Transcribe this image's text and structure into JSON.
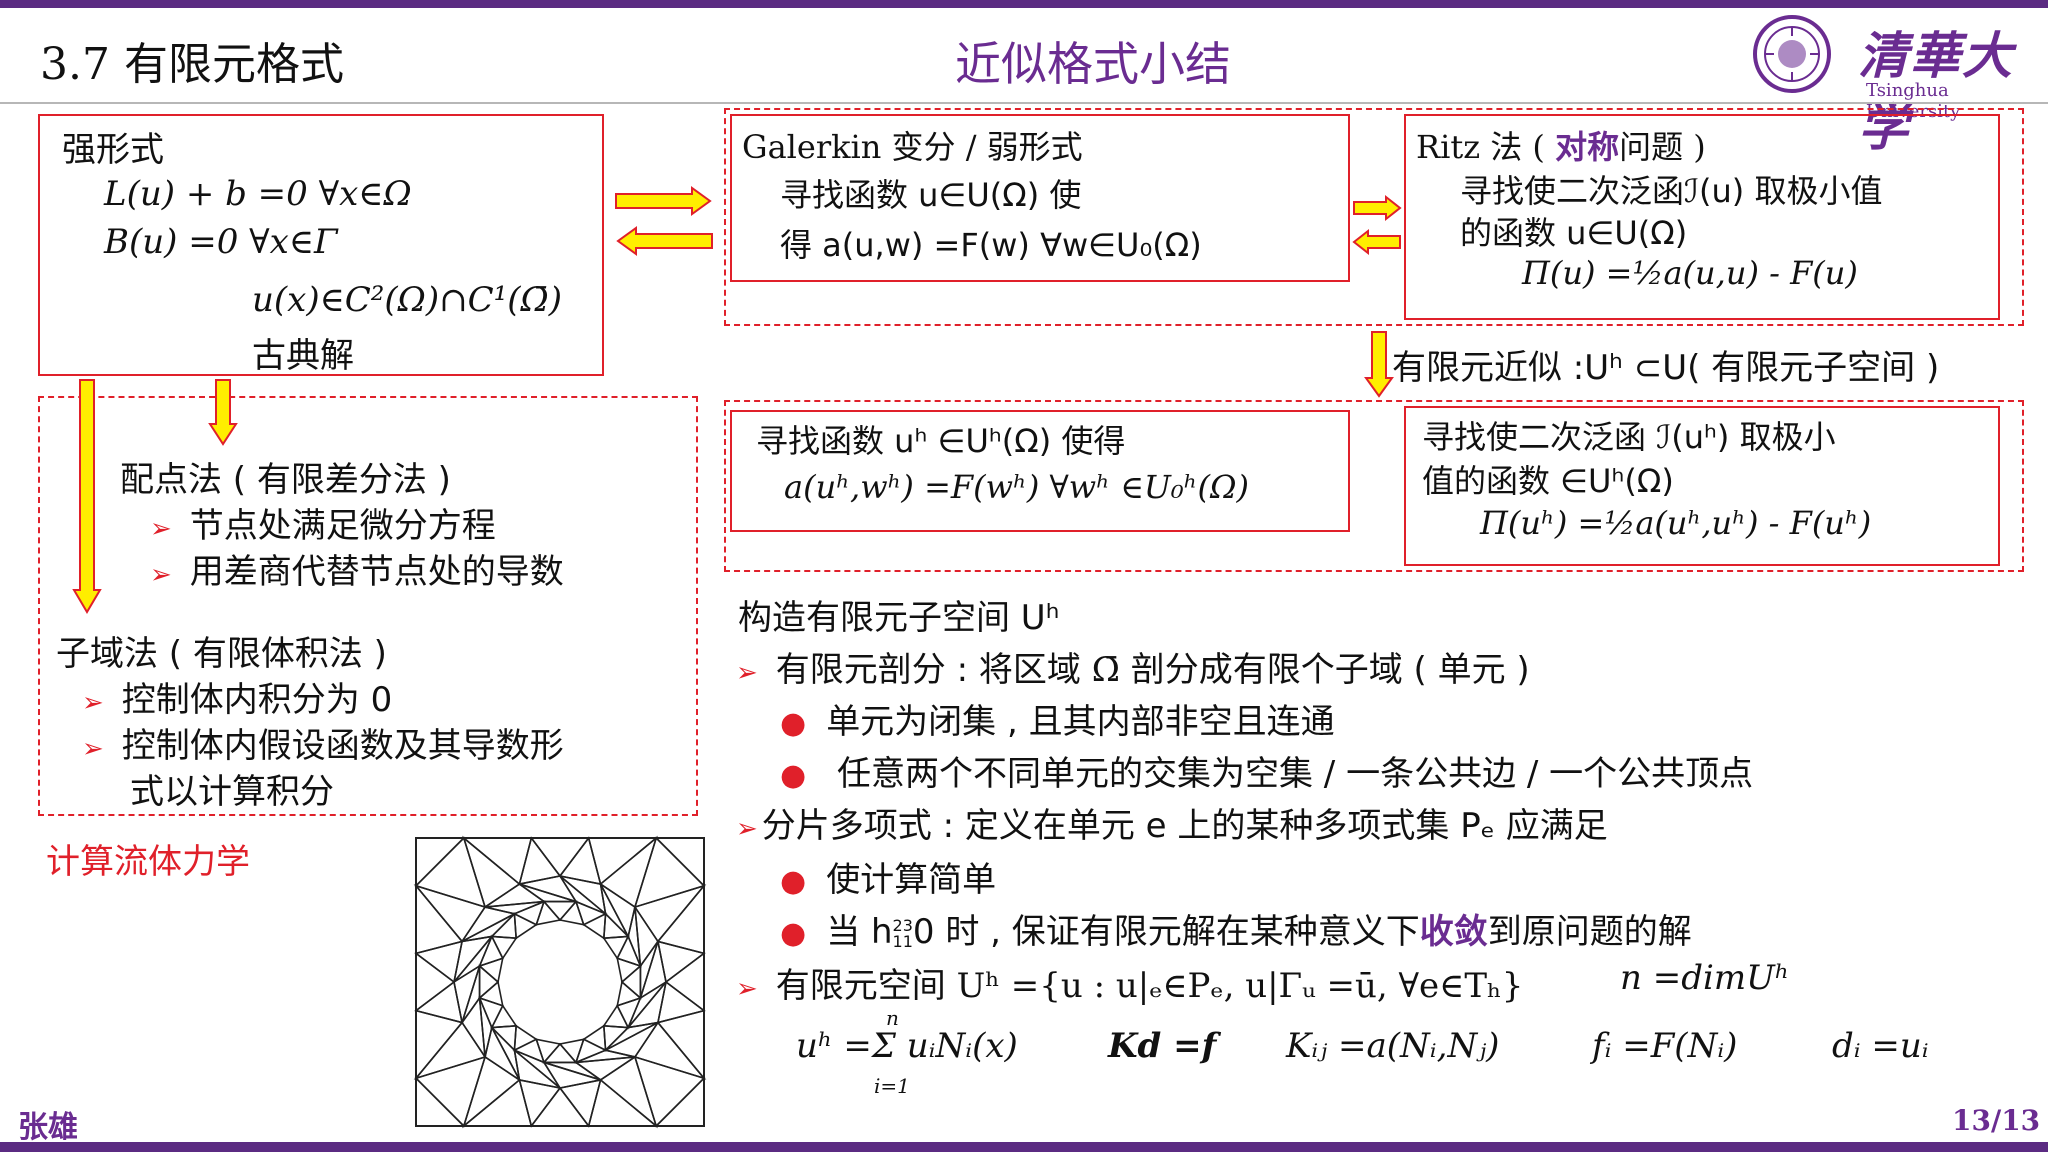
{
  "header": {
    "section": "3.7 有限元格式",
    "title": "近似格式小结",
    "logo_text": "清華大学",
    "logo_sub": "Tsinghua University"
  },
  "strong_form": {
    "title": "强形式",
    "eq1": "L(u) + b =0  ∀x∈Ω",
    "eq2": "B(u) =0  ∀x∈Γ",
    "eq3": "u(x)∈C²(Ω)∩C¹(Ω̄)",
    "classic": "古典解"
  },
  "galerkin": {
    "title": "Galerkin 变分 / 弱形式",
    "line1": "寻找函数 u∈U(Ω)   使",
    "line2": "得  a(u,w) =F(w)     ∀w∈U₀(Ω)"
  },
  "ritz": {
    "title_prefix": "Ritz  法  ( ",
    "title_emph": "对称",
    "title_suffix": "问题 )",
    "line1": "寻找使二次泛函ℐ(u) 取极小值",
    "line2": "的函数 u∈U(Ω)",
    "line3": "Π(u) =½a(u,u) - F(u)"
  },
  "fem_approx": "有限元近似 :Uʰ ⊂U( 有限元子空间 )",
  "galerkin_h": {
    "line1": "寻找函数 uʰ ∈Uʰ(Ω)   使得",
    "line2": "a(uʰ,wʰ) =F(wʰ)     ∀wʰ ∈U₀ʰ(Ω)"
  },
  "ritz_h": {
    "line1": "寻找使二次泛函 ℐ(uʰ)  取极小",
    "line2": "值的函数 ∈Uʰ(Ω)",
    "line3": "Π(uʰ) =½a(uʰ,uʰ) - F(uʰ)"
  },
  "methods": {
    "collocation": "配点法 ( 有限差分法 )",
    "colloc_items": [
      "节点处满足微分方程",
      "用差商代替节点处的导数"
    ],
    "subdomain": "子域法 ( 有限体积法 )",
    "subdomain_items": [
      "控制体内积分为 0",
      "控制体内假设函数及其导数形",
      "式以计算积分"
    ]
  },
  "cfd_label": "计算流体力学",
  "construct": {
    "title": "构造有限元子空间 Uʰ",
    "mesh_prefix": "有限元剖分 : 将区域 ",
    "mesh_omega": "Ω̄",
    "mesh_suffix": " 剖分成有限个子域 ( 单元 )",
    "mesh_items": [
      "单元为闭集 , 且其内部非空且连通",
      " 任意两个不同单元的交集为空集 / 一条公共边 / 一个公共顶点"
    ],
    "poly": "分片多项式 : 定义在单元 e 上的某种多项式集 Pₑ 应满足",
    "poly_items_1": "使计算简单",
    "poly_items_2_prefix": "当 h",
    "poly_items_2_glitch": "23\n11",
    "poly_items_2_mid": "0 时 , 保证有限元解在某种意义下",
    "poly_items_2_emph": "收敛",
    "poly_items_2_suffix": "到原问题的解",
    "space": "有限元空间 Uʰ ={u : u|ₑ∈Pₑ, u|Γᵤ =ū, ∀e∈Tₕ}",
    "dim": "n =dimUʰ",
    "expansion": "uʰ =Σ uᵢNᵢ(x)",
    "sum_top": "n",
    "sum_bottom": "i=1",
    "kd": "Kd =f",
    "kij": "Kᵢⱼ =a(Nᵢ,Nⱼ)",
    "fi": "fᵢ =F(Nᵢ)",
    "di": "dᵢ =uᵢ"
  },
  "footer": {
    "author": "张雄",
    "page": "13/13"
  },
  "colors": {
    "brand": "#5b2b82",
    "accent_red": "#e0202a",
    "emphasis": "#6a2c91",
    "arrow_fill": "#ffee00"
  }
}
